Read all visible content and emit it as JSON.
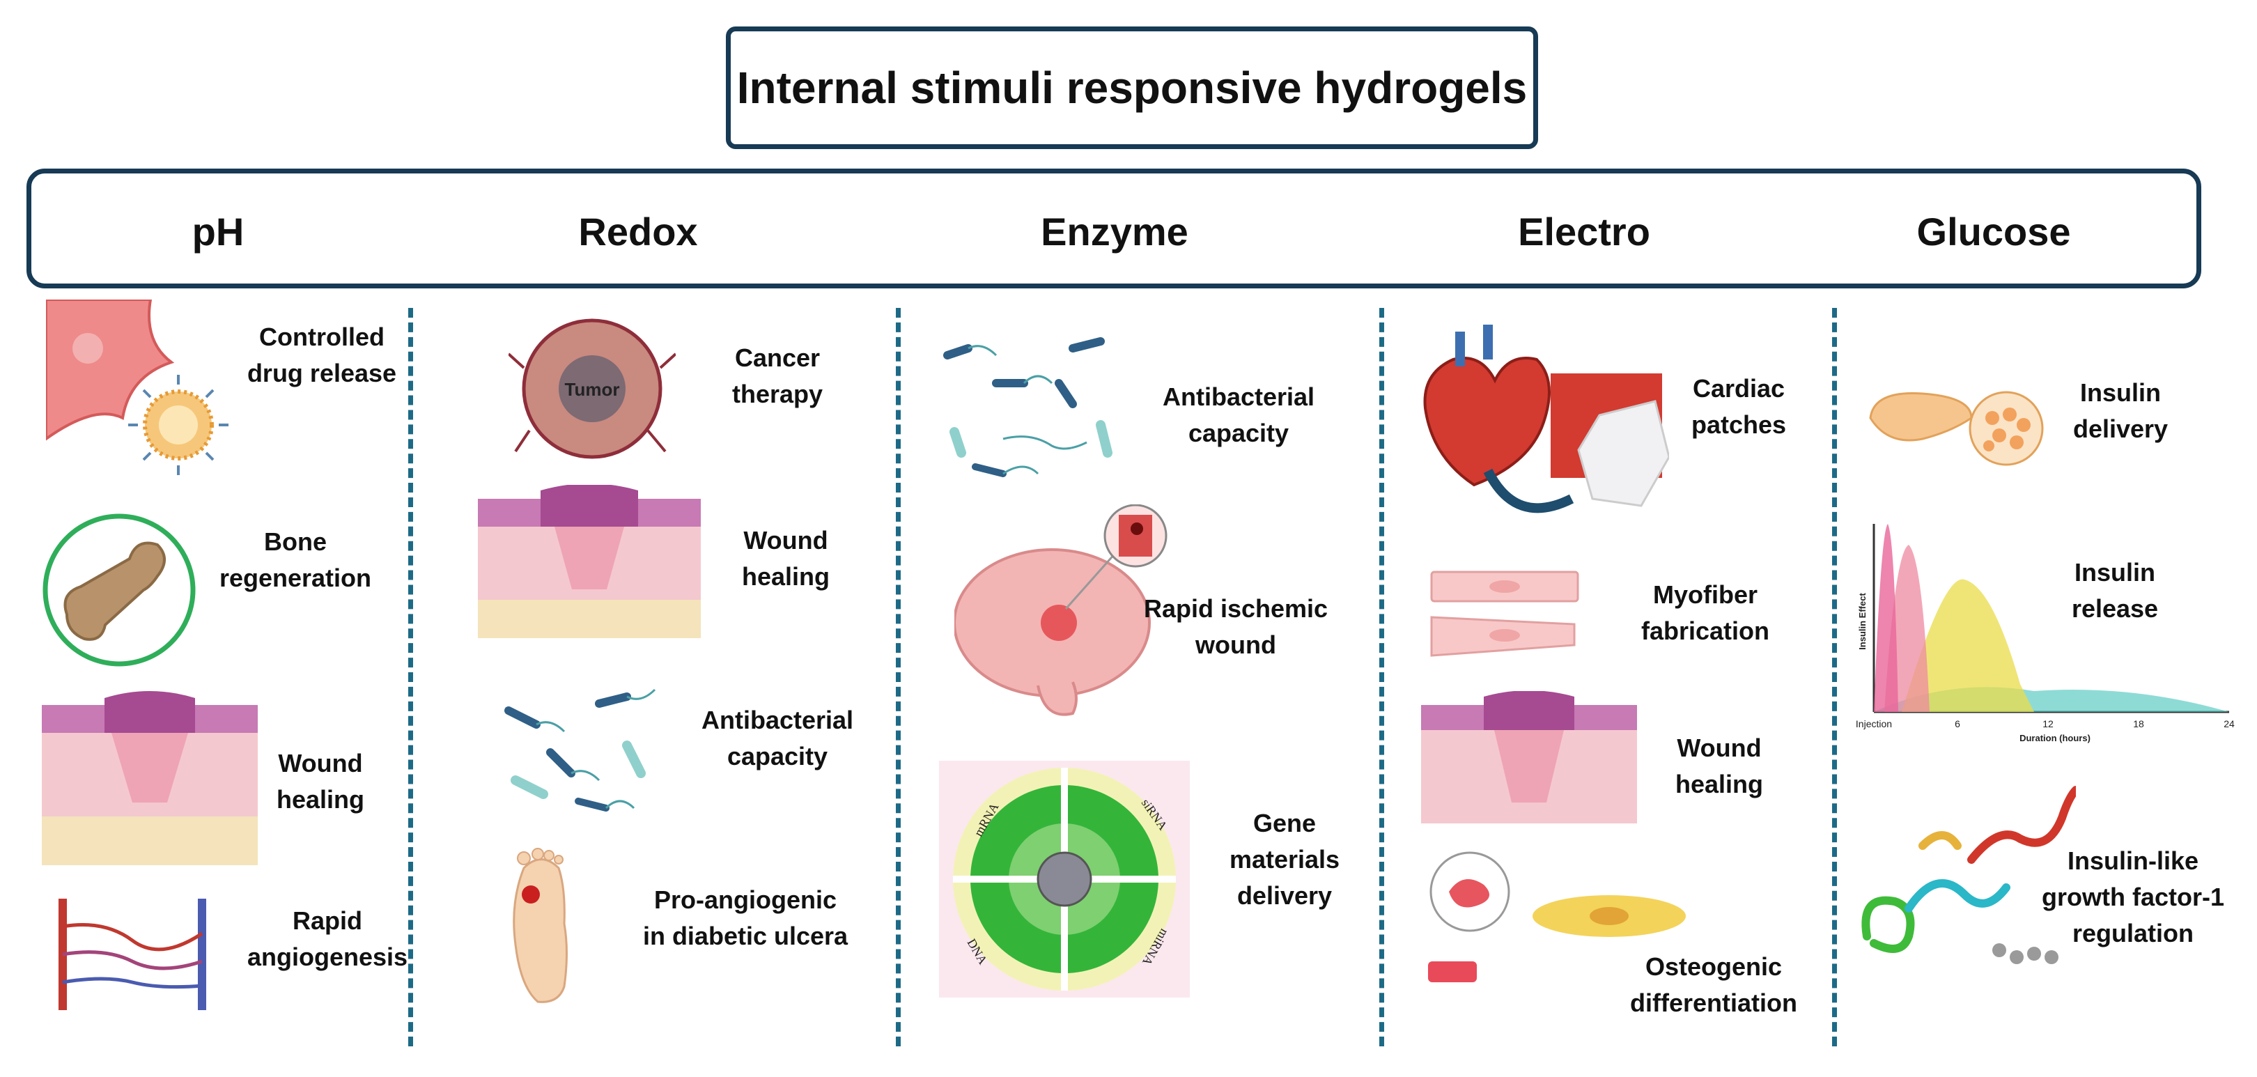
{
  "title": "Internal stimuli responsive hydrogels",
  "categories": [
    "pH",
    "Redox",
    "Enzyme",
    "Electro",
    "Glucose"
  ],
  "ph": {
    "items": [
      "Controlled\ndrug release",
      "Bone\nregeneration",
      "Wound\nhealing",
      "Rapid\nangiogenesis"
    ]
  },
  "redox": {
    "tumor_text": "Tumor",
    "items": [
      "Cancer\ntherapy",
      "Wound\nhealing",
      "Antibacterial\ncapacity",
      "Pro-angiogenic\nin diabetic ulcera"
    ]
  },
  "enzyme": {
    "items": [
      "Antibacterial\ncapacity",
      "Rapid ischemic\nwound",
      "Gene\nmaterials\ndelivery"
    ],
    "gene_quadrants": [
      "mRNA",
      "siRNA",
      "miRNA",
      "DNA"
    ]
  },
  "electro": {
    "items": [
      "Cardiac\npatches",
      "Myofiber\nfabrication",
      "Wound\nhealing",
      "Osteogenic\ndifferentiation"
    ]
  },
  "glucose": {
    "items": [
      "Insulin\ndelivery",
      "Insulin\nrelease",
      "Insulin-like\ngrowth factor-1\nregulation"
    ],
    "insulin_chart": {
      "ylabel": "Insulin Effect",
      "xlabel": "Duration (hours)",
      "ticks": [
        "Injection",
        "6",
        "12",
        "18",
        "24"
      ]
    }
  },
  "colors": {
    "frame": "#173a55",
    "divider": "#1d6a86",
    "chart_curves": [
      "#e9669a",
      "#ee8aa0",
      "#e9dc4a",
      "#52c8c0"
    ]
  }
}
